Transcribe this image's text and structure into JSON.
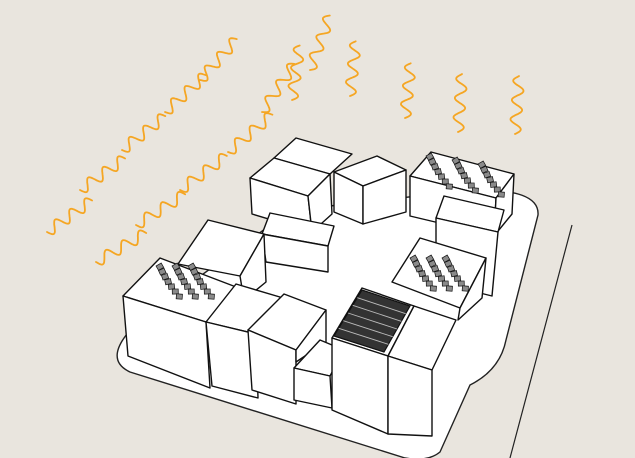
{
  "scene": {
    "background_color": "#e9e5de",
    "block_color": "#ffffff",
    "outline_color": "#111111",
    "heat_color": "#f5a623",
    "collector_color": "#8a8a8a",
    "panel_color": "#333333",
    "heat_wave_rows": 2,
    "heat_waves_per_row": 8,
    "buildings": 12,
    "solar_collector_arrays": 3,
    "solar_panels": 1
  }
}
